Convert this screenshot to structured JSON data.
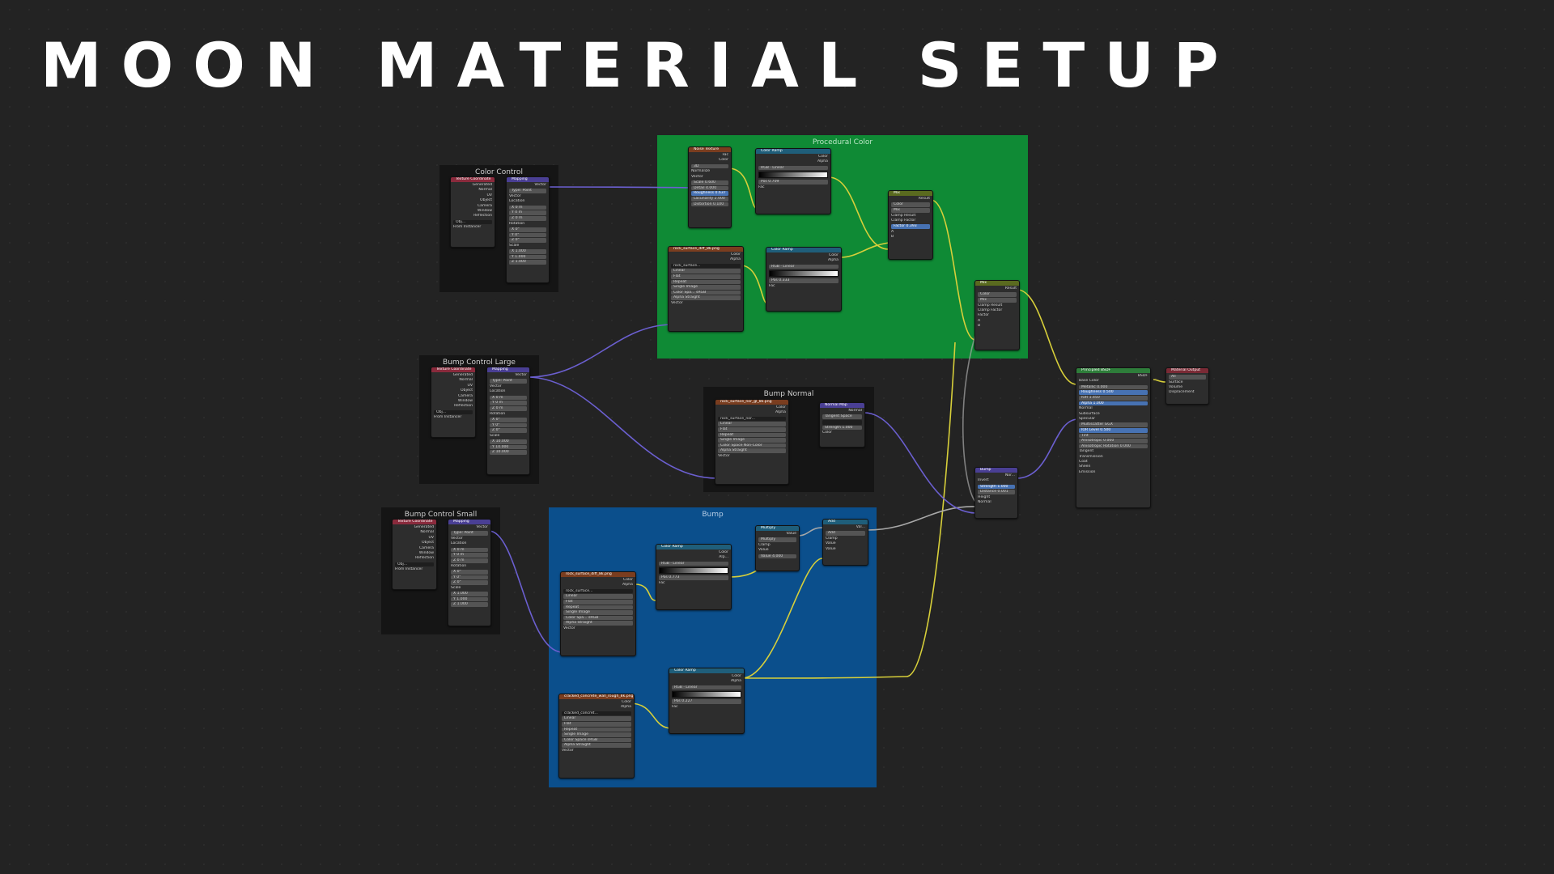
{
  "title": "MOON MATERIAL SETUP",
  "frames": {
    "color_control": "Color Control",
    "procedural_color": "Procedural Color",
    "bump_control_large": "Bump Control Large",
    "bump_normal": "Bump Normal",
    "bump_control_small": "Bump Control Small",
    "bump": "Bump"
  },
  "nodes": {
    "texcoord_1": {
      "header": "Texture Coordinate",
      "rows": [
        "Generated",
        "Normal",
        "UV",
        "Object",
        "Camera",
        "Window",
        "Reflection",
        "Obj...",
        "From Instancer"
      ]
    },
    "mapping_1": {
      "header": "Mapping",
      "rows": [
        "Vector",
        "Type: Point",
        "Vector",
        "Location",
        "X 0 m",
        "Y 0 m",
        "Z 0 m",
        "Rotation",
        "X 0°",
        "Y 0°",
        "Z 0°",
        "Scale",
        "X 1.000",
        "Y 1.000",
        "Z 1.000"
      ]
    },
    "noise": {
      "header": "Noise Texture",
      "rows": [
        "Fac",
        "Color",
        "3D",
        "Normalize",
        "Vector",
        "Scale 0.600",
        "Detail 4.000",
        "Roughness 0.637",
        "Lacunarity 2.000",
        "Distortion 0.100"
      ]
    },
    "ramp_1": {
      "header": "Color Ramp",
      "rows": [
        "Color",
        "Alpha",
        "RGB",
        "Linear",
        "Pos 0.709",
        "Fac"
      ]
    },
    "mix_1": {
      "header": "Mix",
      "rows": [
        "Result",
        "Color",
        "Mix",
        "Clamp Result",
        "Clamp Factor",
        "Factor 0.393",
        "A",
        "B"
      ]
    },
    "image_1": {
      "header": "rock_surface_diff_8k.png",
      "rows": [
        "Color",
        "Alpha",
        "rock_surface...",
        "Linear",
        "Flat",
        "Repeat",
        "Single Image",
        "Color Spa... sRGB",
        "Alpha Straight",
        "Vector"
      ]
    },
    "ramp_2": {
      "header": "Color Ramp",
      "rows": [
        "Color",
        "Alpha",
        "RGB",
        "Linear",
        "Pos 0.333",
        "Fac"
      ]
    },
    "mix_2": {
      "header": "Mix",
      "rows": [
        "Result",
        "Color",
        "Mix",
        "Clamp Result",
        "Clamp Factor",
        "Factor",
        "A",
        "B"
      ]
    },
    "texcoord_2": {
      "header": "Texture Coordinate",
      "rows": [
        "Generated",
        "Normal",
        "UV",
        "Object",
        "Camera",
        "Window",
        "Reflection",
        "Obj...",
        "From Instancer"
      ]
    },
    "mapping_2": {
      "header": "Mapping",
      "rows": [
        "Vector",
        "Type: Point",
        "Vector",
        "Location",
        "X 0 m",
        "Y 0 m",
        "Z 0 m",
        "Rotation",
        "X 0°",
        "Y 0°",
        "Z 0°",
        "Scale",
        "X 10.000",
        "Y 10.000",
        "Z 10.000"
      ]
    },
    "image_2": {
      "header": "rock_surface_nor_gl_8k.png",
      "rows": [
        "Color",
        "Alpha",
        "rock_surface_nor...",
        "Linear",
        "Flat",
        "Repeat",
        "Single Image",
        "Color Space Non-Color",
        "Alpha Straight",
        "Vector"
      ]
    },
    "normal_map": {
      "header": "Normal Map",
      "rows": [
        "Normal",
        "Tangent Space",
        "",
        "Strength 1.000",
        "Color"
      ]
    },
    "texcoord_3": {
      "header": "Texture Coordinate",
      "rows": [
        "Generated",
        "Normal",
        "UV",
        "Object",
        "Camera",
        "Window",
        "Reflection",
        "Obj...",
        "From Instancer"
      ]
    },
    "mapping_3": {
      "header": "Mapping",
      "rows": [
        "Vector",
        "Type: Point",
        "Vector",
        "Location",
        "X 0 m",
        "Y 0 m",
        "Z 0 m",
        "Rotation",
        "X 0°",
        "Y 0°",
        "Z 0°",
        "Scale",
        "X 1.000",
        "Y 1.000",
        "Z 1.000"
      ]
    },
    "image_3": {
      "header": "rock_surface_diff_8k.png",
      "rows": [
        "Color",
        "Alpha",
        "rock_surface...",
        "Linear",
        "Flat",
        "Repeat",
        "Single Image",
        "Color Spa... sRGB",
        "Alpha Straight",
        "Vector"
      ]
    },
    "ramp_3": {
      "header": "Color Ramp",
      "rows": [
        "Color",
        "Alp...",
        "RGB",
        "Linear",
        "Pos 0.773",
        "Fac"
      ]
    },
    "multiply": {
      "header": "Multiply",
      "rows": [
        "Value",
        "Multiply",
        "Clamp",
        "Value",
        "Value 4.000"
      ]
    },
    "add": {
      "header": "Add",
      "rows": [
        "Val...",
        "Add",
        "Clamp",
        "Value",
        "Value"
      ]
    },
    "image_4": {
      "header": "cracked_concrete_wall_rough_8k.png",
      "rows": [
        "Color",
        "Alpha",
        "cracked_concret...",
        "Linear",
        "Flat",
        "Repeat",
        "Single Image",
        "Color Space sRGB",
        "Alpha Straight",
        "Vector"
      ]
    },
    "ramp_4": {
      "header": "Color Ramp",
      "rows": [
        "Color",
        "Alpha",
        "RGB",
        "Linear",
        "Pos 0.227",
        "Fac"
      ]
    },
    "bump_node": {
      "header": "Bump",
      "rows": [
        "Nor...",
        "Invert",
        "Strength 1.000",
        "Distance 0.001",
        "Height",
        "Normal"
      ]
    },
    "bsdf": {
      "header": "Principled BSDF",
      "rows": [
        "BSDF",
        "Base Color",
        "Metallic 0.000",
        "Roughness 0.500",
        "IOR 1.450",
        "Alpha 1.000",
        "Normal",
        "Subsurface",
        "Specular",
        "Multiscatter GGX",
        "IOR Level 0.500",
        "Tint",
        "Anisotropic 0.000",
        "Anisotropic Rotation 0.000",
        "Tangent",
        "Transmission",
        "Coat",
        "Sheen",
        "Emission"
      ]
    },
    "output": {
      "header": "Material Output",
      "rows": [
        "All",
        "Surface",
        "Volume",
        "Displacement"
      ]
    }
  },
  "colors": {
    "background": "#232323",
    "frame_dark": "#151515",
    "frame_green": "#0f8a35",
    "frame_blue": "#0b4f8c",
    "link_vector": "#6b5fd0",
    "link_color": "#d7cf3a",
    "link_float": "#a8a8a8"
  }
}
